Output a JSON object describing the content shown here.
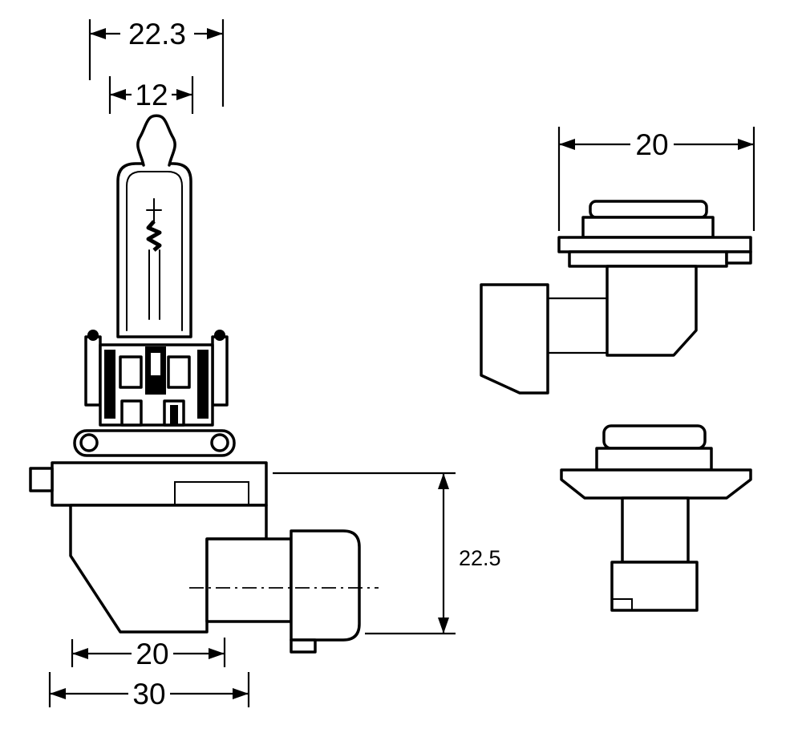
{
  "figure": {
    "background": "#ffffff",
    "line_color": "#000000",
    "views": {
      "front": {
        "dims": {
          "overall_width": "22.3",
          "glass_diameter": "12",
          "plug_width": "20",
          "base_width": "30",
          "plug_height": "22.5"
        }
      },
      "side": {
        "dims": {
          "cap_width": "20"
        }
      }
    }
  }
}
